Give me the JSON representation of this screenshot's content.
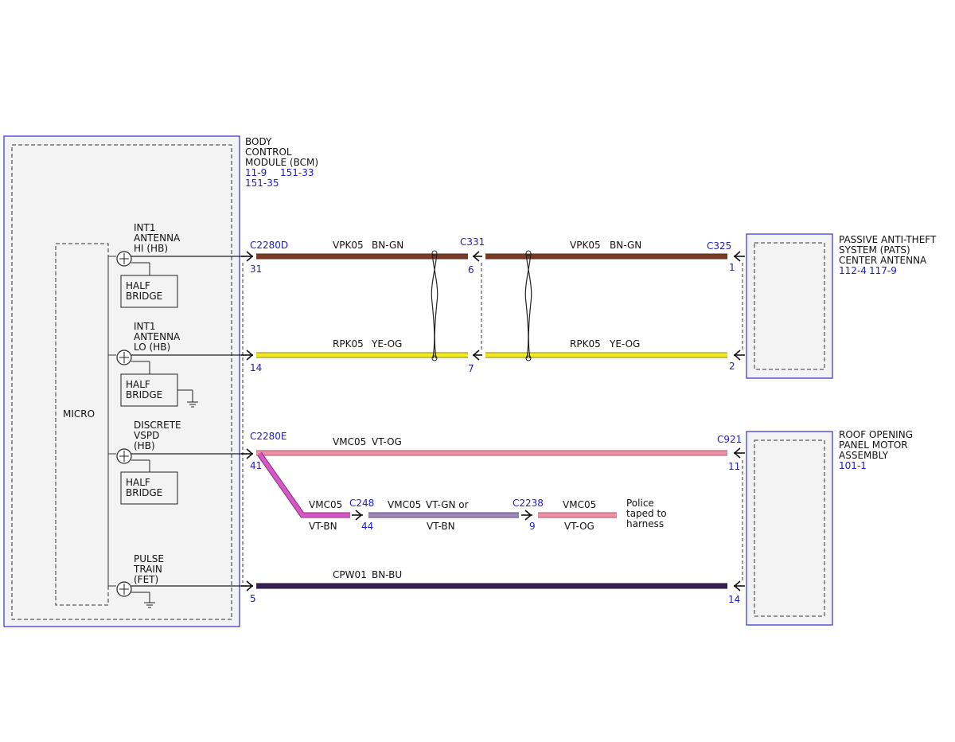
{
  "colors": {
    "module_border": "#2f2fd0",
    "module_fill": "#f3f3f3",
    "wire_brown": "#7b3a26",
    "wire_yellow": "#f2ea1c",
    "wire_pink": "#ef8fa6",
    "wire_violet": "#9c88b8",
    "wire_pink_violet": "#c77fc7",
    "wire_magenta": "#d658c6",
    "wire_navy": "#3a1f52",
    "ref_text": "#1a1ad6"
  },
  "modules": {
    "bcm": {
      "lines": [
        "BODY",
        "CONTROL",
        "MODULE (BCM)"
      ],
      "refs": [
        "11-9",
        "151-33",
        "151-35"
      ],
      "micro_label": "MICRO",
      "channels": [
        {
          "label": [
            "INT1",
            "ANTENNA",
            "HI (HB)"
          ],
          "half_bridge": [
            "HALF",
            "BRIDGE"
          ]
        },
        {
          "label": [
            "INT1",
            "ANTENNA",
            "LO (HB)"
          ],
          "half_bridge": [
            "HALF",
            "BRIDGE"
          ]
        },
        {
          "label": [
            "DISCRETE",
            "VSPD",
            "(HB)"
          ],
          "half_bridge": [
            "HALF",
            "BRIDGE"
          ]
        },
        {
          "label": [
            "PULSE",
            "TRAIN",
            "(FET)"
          ]
        }
      ]
    },
    "pats": {
      "lines": [
        "PASSIVE ANTI-THEFT",
        "SYSTEM (PATS)",
        "CENTER ANTENNA"
      ],
      "refs": [
        "112-4",
        "117-9"
      ]
    },
    "roof": {
      "lines": [
        "ROOF OPENING",
        "PANEL MOTOR",
        "ASSEMBLY"
      ],
      "refs": [
        "101-1"
      ]
    }
  },
  "connectors": {
    "c2280d": "C2280D",
    "c2280e": "C2280E",
    "c331": "C331",
    "c325": "C325",
    "c921": "C921",
    "c248": "C248",
    "c2238": "C2238"
  },
  "pins": {
    "bcm_31": "31",
    "bcm_14": "14",
    "bcm_41": "41",
    "bcm_5": "5",
    "c331_6": "6",
    "c331_7": "7",
    "pats_1": "1",
    "pats_2": "2",
    "roof_11": "11",
    "roof_14": "14",
    "c248_44": "44",
    "c2238_9": "9"
  },
  "wires": {
    "vpk05_a": {
      "circuit": "VPK05",
      "color": "BN-GN"
    },
    "vpk05_b": {
      "circuit": "VPK05",
      "color": "BN-GN"
    },
    "rpk05_a": {
      "circuit": "RPK05",
      "color": "YE-OG"
    },
    "rpk05_b": {
      "circuit": "RPK05",
      "color": "YE-OG"
    },
    "vmc05_main": {
      "circuit": "VMC05",
      "color": "VT-OG"
    },
    "vmc05_branch": {
      "circuit": "VMC05",
      "color": "VT-BN"
    },
    "vmc05_mid": {
      "circuit": "VMC05",
      "color_line1": "VT-GN or",
      "color_line2": "VT-BN"
    },
    "vmc05_end": {
      "circuit": "VMC05",
      "color": "VT-OG"
    },
    "cpw01": {
      "circuit": "CPW01",
      "color": "BN-BU"
    }
  },
  "note": [
    "Police",
    "taped to",
    "harness"
  ]
}
